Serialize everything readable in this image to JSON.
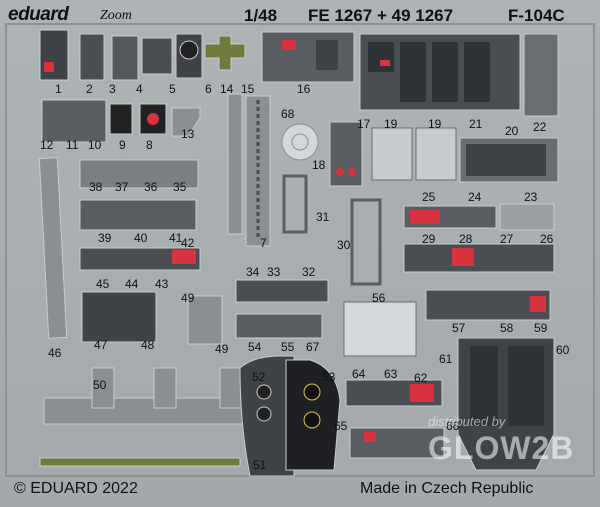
{
  "header": {
    "brand": "eduard",
    "zoom": "Zoom",
    "scale": "1/48",
    "code": "FE 1267 + 49 1267",
    "model": "F-104C"
  },
  "footer": {
    "copyright": "© EDUARD 2022",
    "origin": "Made in Czech Republic"
  },
  "watermark": {
    "line1": "distributed by",
    "line2": "GLOW2B"
  },
  "part_numbers": {
    "p1": "1",
    "p2": "2",
    "p3": "3",
    "p4": "4",
    "p5": "5",
    "p6": "6",
    "p7": "7",
    "p8": "8",
    "p9": "9",
    "p10": "10",
    "p11": "11",
    "p12": "12",
    "p13": "13",
    "p14": "14",
    "p15": "15",
    "p16": "16",
    "p17": "17",
    "p18": "18",
    "p19a": "19",
    "p19b": "19",
    "p20": "20",
    "p21": "21",
    "p22": "22",
    "p23": "23",
    "p24": "24",
    "p25": "25",
    "p26": "26",
    "p27": "27",
    "p28": "28",
    "p29": "29",
    "p30": "30",
    "p31": "31",
    "p32": "32",
    "p33": "33",
    "p34": "34",
    "p35": "35",
    "p36": "36",
    "p37": "37",
    "p38": "38",
    "p39": "39",
    "p40": "40",
    "p41": "41",
    "p42": "42",
    "p43": "43",
    "p44": "44",
    "p45": "45",
    "p46": "46",
    "p47": "47",
    "p48": "48",
    "p49a": "49",
    "p49b": "49",
    "p50": "50",
    "p51": "51",
    "p52": "52",
    "p53": "53",
    "p54": "54",
    "p55": "55",
    "p56": "56",
    "p57": "57",
    "p58": "58",
    "p59": "59",
    "p60": "60",
    "p61": "61",
    "p62": "62",
    "p63": "63",
    "p64": "64",
    "p65": "65",
    "p66": "66",
    "p67": "67",
    "p68": "68"
  },
  "colors": {
    "fret": "#a7acae",
    "panel": "#3f4347",
    "panel_light": "#686d71",
    "red": "#d8333f",
    "yellow": "#e0c84a",
    "white": "#f2f2f2"
  }
}
